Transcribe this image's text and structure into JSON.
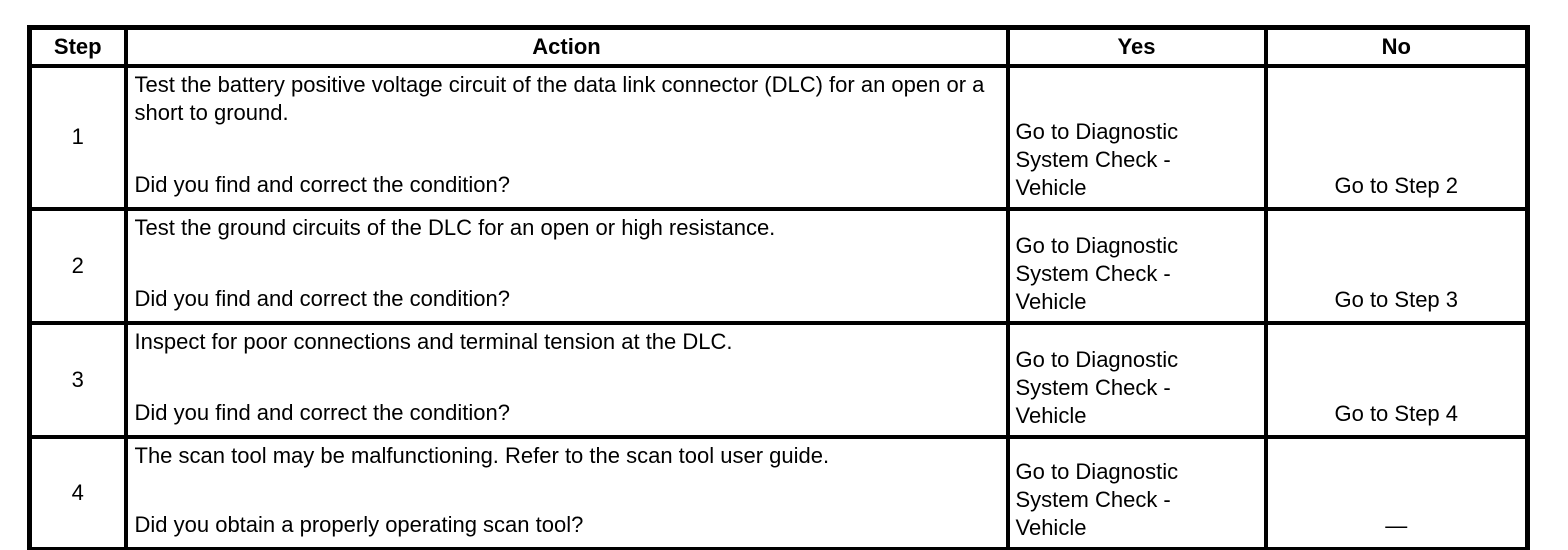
{
  "table": {
    "colors": {
      "border": "#000000",
      "text": "#000000",
      "background": "#ffffff"
    },
    "headers": {
      "step": "Step",
      "action": "Action",
      "yes": "Yes",
      "no": "No"
    },
    "rows": [
      {
        "step": "1",
        "action": "Test the battery positive voltage circuit of the data link connector (DLC) for an open or a short to ground.",
        "question": "Did you find and correct the condition?",
        "yes": "Go to Diagnostic System Check - Vehicle",
        "no": "Go to Step 2"
      },
      {
        "step": "2",
        "action": "Test the ground circuits of the DLC for an open or high resistance.",
        "question": "Did you find and correct the condition?",
        "yes": "Go to Diagnostic System Check - Vehicle",
        "no": "Go to Step 3"
      },
      {
        "step": "3",
        "action": "Inspect for poor connections and terminal tension at the DLC.",
        "question": "Did you find and correct the condition?",
        "yes": "Go to Diagnostic System Check - Vehicle",
        "no": "Go to Step 4"
      },
      {
        "step": "4",
        "action": "The scan tool may be malfunctioning. Refer to the scan tool user guide.",
        "question": "Did you obtain a properly operating scan tool?",
        "yes": "Go to Diagnostic System Check - Vehicle",
        "no": "—"
      }
    ]
  }
}
